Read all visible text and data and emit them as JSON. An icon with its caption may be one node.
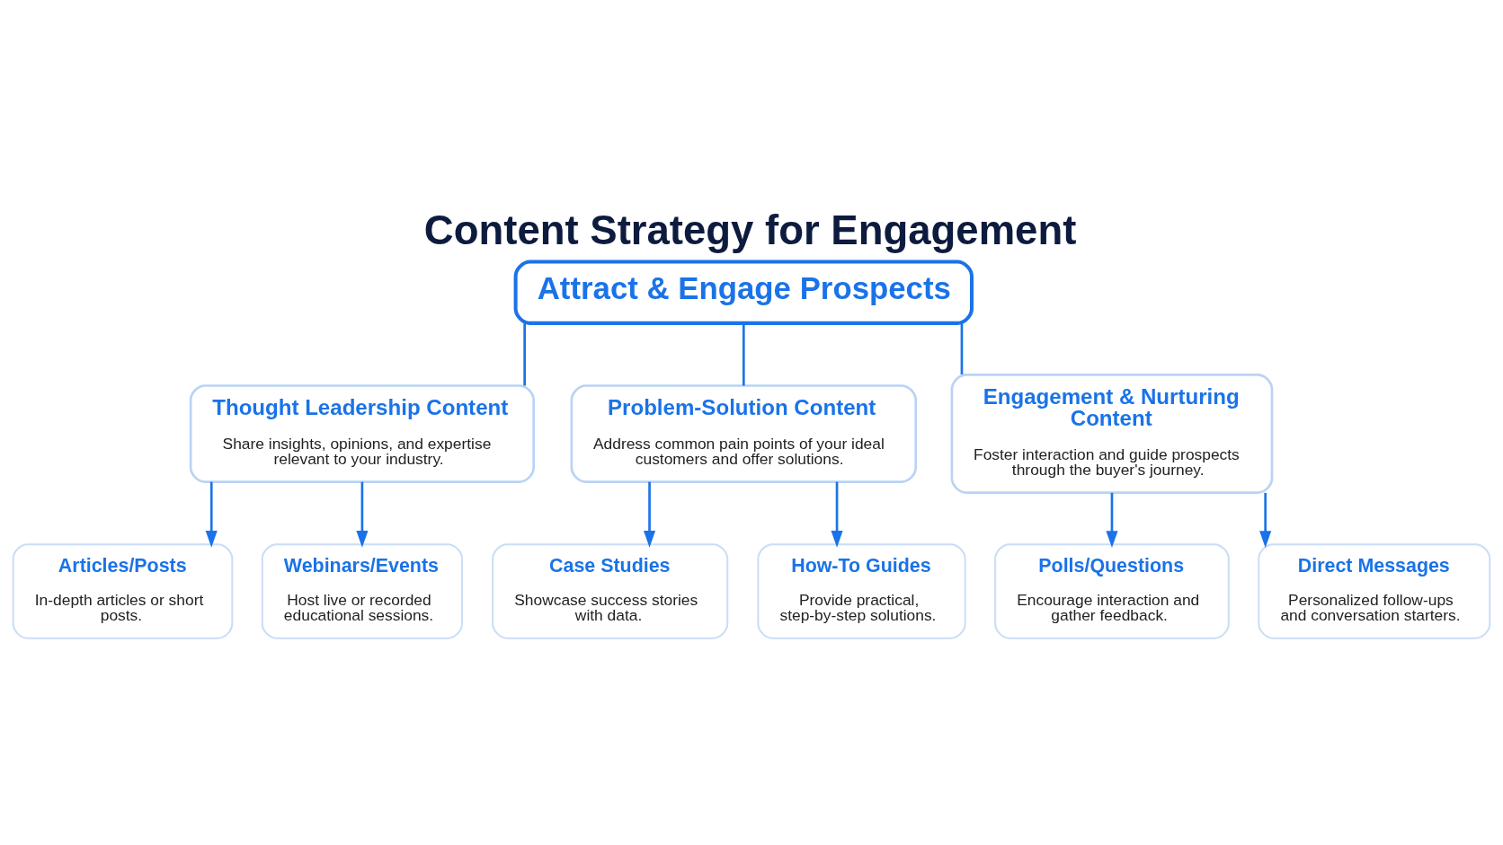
{
  "diagram": {
    "title": "Content Strategy for Engagement",
    "nodes": [
      {
        "text": [
          "Attract & Engage Prospects"
        ]
      },
      {
        "text": [
          "Thought Leadership Content",
          "Share insights, opinions, and expertise relevant to your industry."
        ]
      },
      {
        "text": [
          "Problem-Solution Content",
          "Address common pain points of your ideal customers and offer solutions."
        ]
      },
      {
        "text": [
          "Engagement & Nurturing Content",
          "Foster interaction and guide prospects through the buyer's journey."
        ]
      },
      {
        "text": [
          "Articles/Posts",
          "In-depth articles or short posts."
        ]
      },
      {
        "text": [
          "Webinars/Events",
          "Host live or recorded educational sessions."
        ]
      },
      {
        "text": [
          "Case Studies",
          "Showcase success stories with data."
        ]
      },
      {
        "text": [
          "How-To Guides",
          "Provide practical, step-by-step solutions."
        ]
      },
      {
        "text": [
          "Polls/Questions",
          "Encourage interaction and gather feedback."
        ]
      },
      {
        "text": [
          "Direct Messages",
          "Personalized follow-ups and conversation starters."
        ]
      }
    ],
    "edges": [
      {
        "from": 0,
        "to": 1,
        "arrow": "none"
      },
      {
        "from": 0,
        "to": 2,
        "arrow": "none"
      },
      {
        "from": 0,
        "to": 3,
        "arrow": "none"
      },
      {
        "from": 1,
        "to": 4,
        "arrow": "to"
      },
      {
        "from": 1,
        "to": 5,
        "arrow": "to"
      },
      {
        "from": 2,
        "to": 6,
        "arrow": "to"
      },
      {
        "from": 2,
        "to": 7,
        "arrow": "to"
      },
      {
        "from": 3,
        "to": 8,
        "arrow": "to"
      },
      {
        "from": 3,
        "to": 9,
        "arrow": "to"
      }
    ]
  }
}
